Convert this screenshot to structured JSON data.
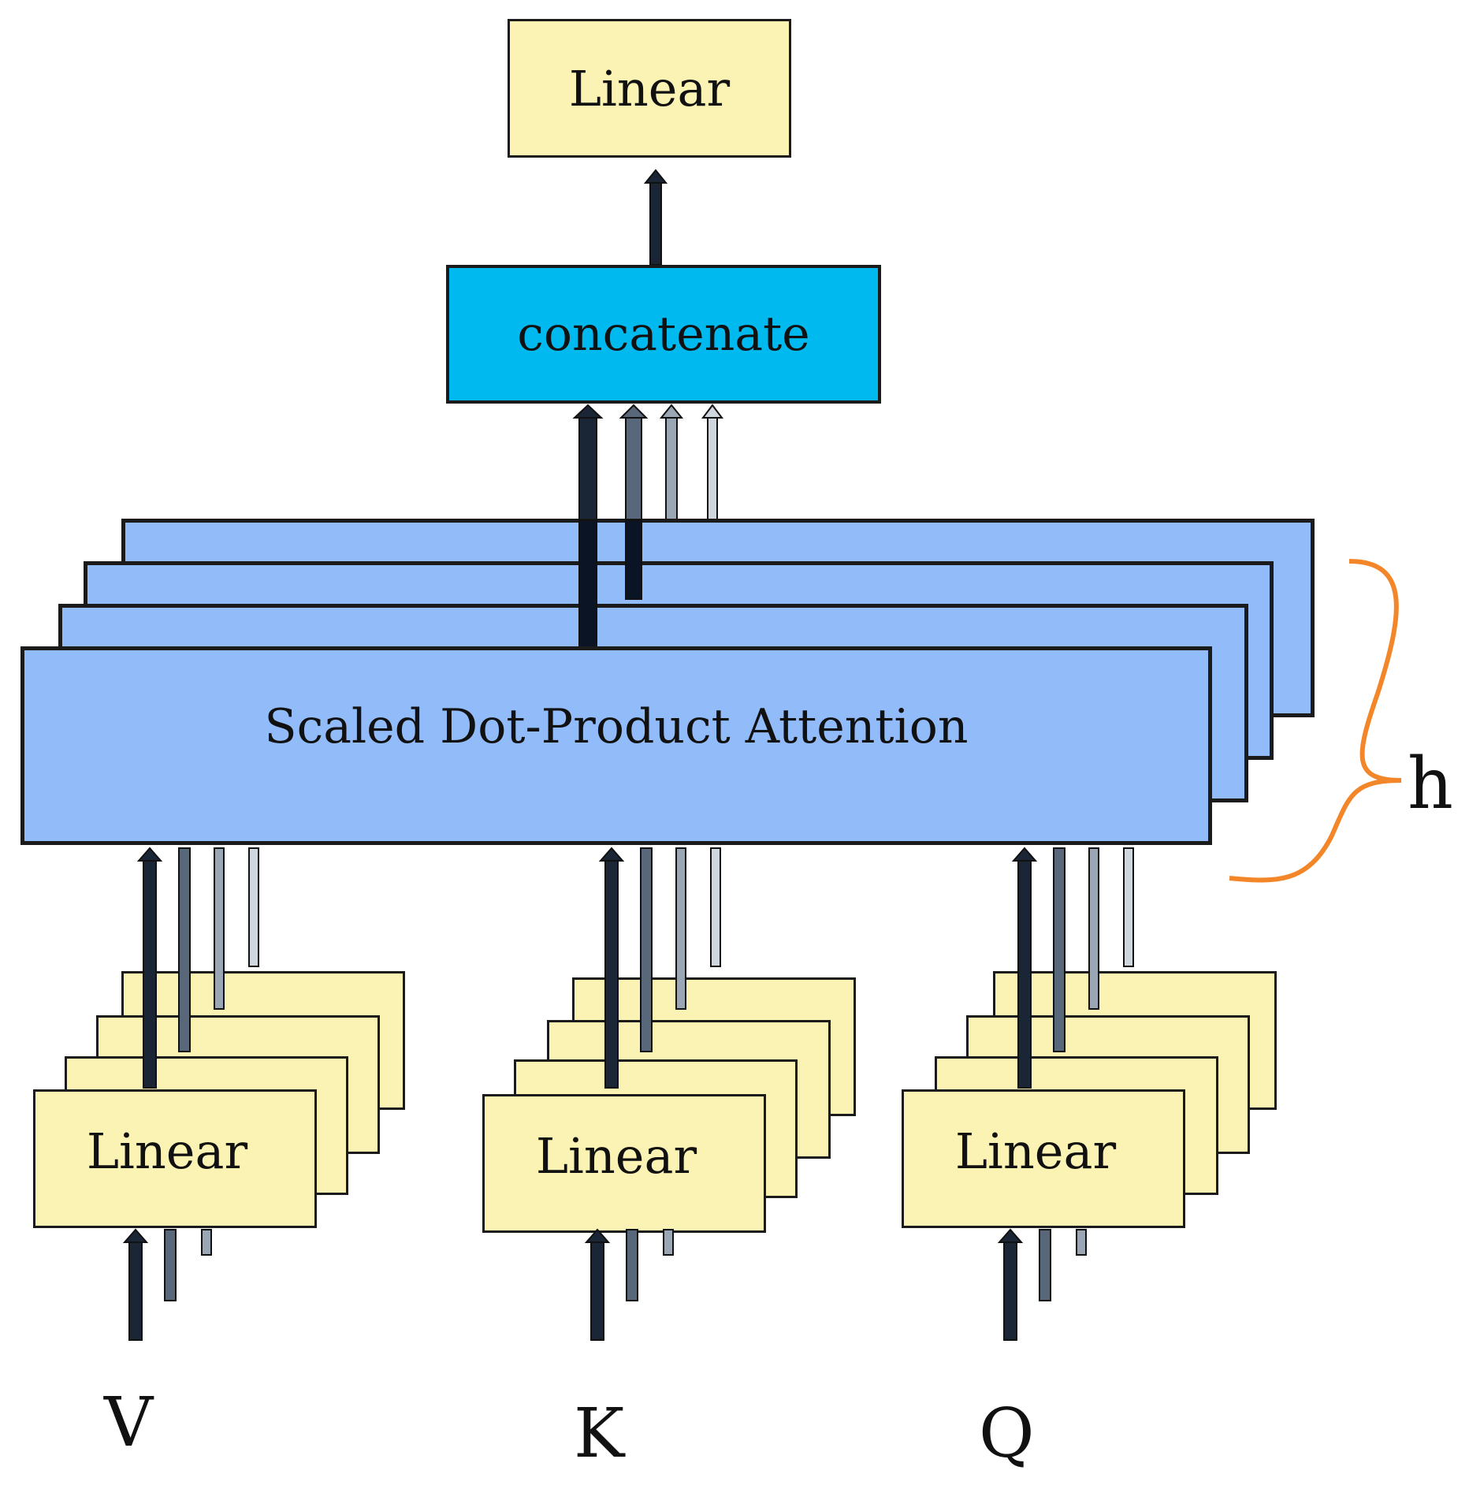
{
  "diagram": {
    "top_linear_label": "Linear",
    "concat_label": "concatenate",
    "attention_label": "Scaled Dot-Product Attention",
    "heads_label": "h",
    "linear_labels": [
      "Linear",
      "Linear",
      "Linear"
    ],
    "inputs": [
      "V",
      "K",
      "Q"
    ],
    "colors": {
      "linear_fill": "#fbf3b4",
      "attention_fill": "#92bbf9",
      "concat_fill": "#00b9ee",
      "brace": "#f4862a",
      "arrow_dark": "#1a2636",
      "arrow_mid": "#586779",
      "arrow_light": "#9aa6b3",
      "arrow_lightest": "#cfd6dd"
    }
  }
}
